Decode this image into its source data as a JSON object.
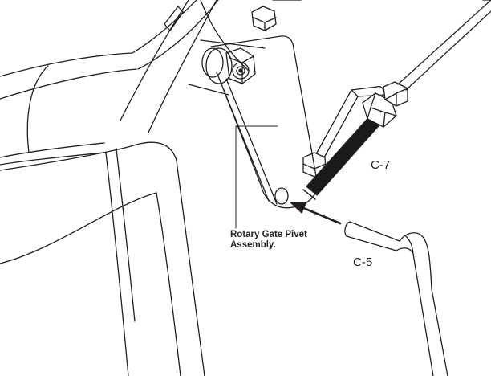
{
  "labels": {
    "pivot_line1": "Rotary Gate Pivet",
    "pivot_line2": "Assembly.",
    "c7": "C-7",
    "c5": "C-5"
  },
  "colors": {
    "ink": "#231f20",
    "background": "#ffffff",
    "threads": "#1a1a1a"
  }
}
